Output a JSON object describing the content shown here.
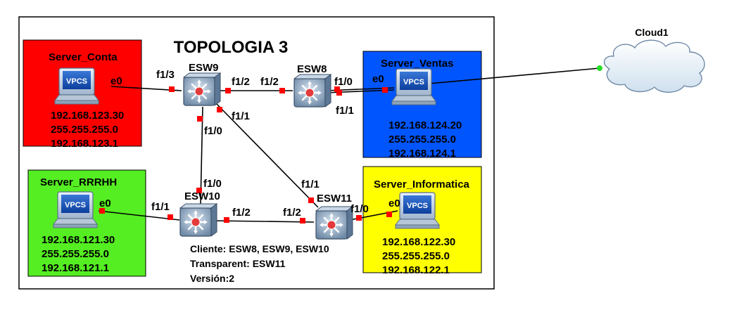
{
  "diagram": {
    "title": "TOPOLOGIA 3",
    "cloud": {
      "label": "Cloud1"
    },
    "servers": [
      {
        "id": "conta",
        "name": "Server_Conta",
        "color": "#ff0000",
        "iface": "e0",
        "icon_text": "VPCS",
        "ip": "192.168.123.30",
        "mask": "255.255.255.0",
        "gateway": "192.168.123.1"
      },
      {
        "id": "ventas",
        "name": "Server_Ventas",
        "color": "#0055ff",
        "iface": "e0",
        "icon_text": "VPCS",
        "ip": "192.168.124.20",
        "mask": "255.255.255.0",
        "gateway": "192.168.124.1"
      },
      {
        "id": "rrhh",
        "name": "Server_RRRHH",
        "color": "#55ee22",
        "iface": "e0",
        "icon_text": "VPCS",
        "ip": "192.168.121.30",
        "mask": "255.255.255.0",
        "gateway": "192.168.121.1"
      },
      {
        "id": "informatica",
        "name": "Server_Informatica",
        "color": "#ffff00",
        "iface": "e0",
        "icon_text": "VPCS",
        "ip": "192.168.122.30",
        "mask": "255.255.255.0",
        "gateway": "192.168.122.1"
      }
    ],
    "switches": [
      {
        "id": "esw9",
        "name": "ESW9"
      },
      {
        "id": "esw8",
        "name": "ESW8"
      },
      {
        "id": "esw10",
        "name": "ESW10"
      },
      {
        "id": "esw11",
        "name": "ESW11"
      }
    ],
    "port_labels": {
      "esw9_f13": "f1/3",
      "esw9_f12": "f1/2",
      "esw8_f12": "f1/2",
      "esw8_f10": "f1/0",
      "esw8_f11": "f1/1",
      "esw9_f11": "f1/1",
      "esw9_f10": "f1/0",
      "esw10_f10": "f1/0",
      "esw10_f11": "f1/1",
      "esw10_f12": "f1/2",
      "esw11_f11": "f1/1",
      "esw11_f12": "f1/2",
      "esw11_f10": "f1/0"
    },
    "notes": [
      "Cliente: ESW8, ESW9, ESW10",
      "Transparent: ESW11",
      "Versión:2"
    ],
    "link_color": "#000000",
    "port_color": "#ff0000",
    "cloud_port_color": "#22dd22"
  }
}
